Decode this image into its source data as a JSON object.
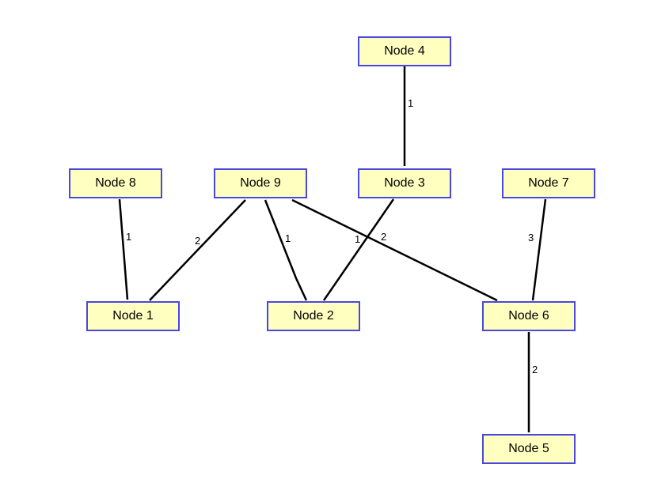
{
  "colors": {
    "node_fill": "#ffffc0",
    "node_border": "#4848e0",
    "edge": "#000000",
    "text": "#000000"
  },
  "nodes": [
    {
      "id": "node-4",
      "label": "Node 4"
    },
    {
      "id": "node-8",
      "label": "Node 8"
    },
    {
      "id": "node-9",
      "label": "Node 9"
    },
    {
      "id": "node-3",
      "label": "Node 3"
    },
    {
      "id": "node-7",
      "label": "Node 7"
    },
    {
      "id": "node-1",
      "label": "Node 1"
    },
    {
      "id": "node-2",
      "label": "Node 2"
    },
    {
      "id": "node-6",
      "label": "Node 6"
    },
    {
      "id": "node-5",
      "label": "Node 5"
    }
  ],
  "edges": [
    {
      "from": "Node 4",
      "to": "Node 3",
      "weight": "1"
    },
    {
      "from": "Node 8",
      "to": "Node 1",
      "weight": "1"
    },
    {
      "from": "Node 9",
      "to": "Node 1",
      "weight": "2"
    },
    {
      "from": "Node 9",
      "to": "Node 2",
      "weight": "1"
    },
    {
      "from": "Node 3",
      "to": "Node 2",
      "weight": "1"
    },
    {
      "from": "Node 9",
      "to": "Node 6",
      "weight": "2"
    },
    {
      "from": "Node 7",
      "to": "Node 6",
      "weight": "3"
    },
    {
      "from": "Node 6",
      "to": "Node 5",
      "weight": "2"
    }
  ]
}
